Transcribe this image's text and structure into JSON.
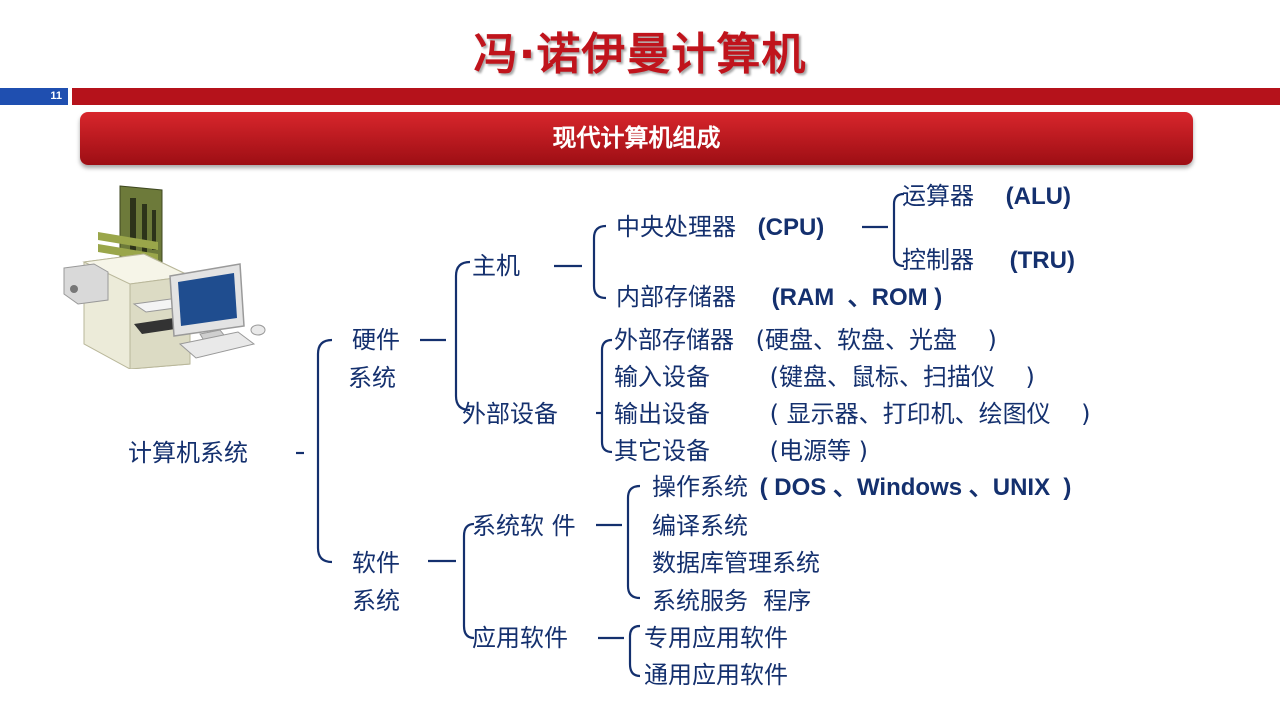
{
  "slide": {
    "title": "冯·诺伊曼计算机",
    "page_number": "11",
    "banner": "现代计算机组成"
  },
  "tree": {
    "root": "计算机系统",
    "hardware": {
      "l1": "硬件",
      "l2": "系统"
    },
    "host": "主机",
    "cpu": {
      "cn": "中央处理器",
      "en": "(CPU)"
    },
    "alu": {
      "cn": "运算器",
      "en": "(ALU)"
    },
    "tru": {
      "cn": "控制器",
      "en": "(TRU)"
    },
    "ram": {
      "cn": "内部存储器",
      "en": "(RAM  、ROM )"
    },
    "peripheral": "外部设备",
    "ext_storage": {
      "cn": "外部存储器",
      "note": "(硬盘、软盘、光盘    )"
    },
    "input": {
      "cn": "输入设备",
      "note": "(键盘、鼠标、扫描仪    )"
    },
    "output": {
      "cn": "输出设备",
      "note": "( 显示器、打印机、绘图仪    )"
    },
    "other": {
      "cn": "其它设备",
      "note": "(电源等 )"
    },
    "software": {
      "l1": "软件",
      "l2": "系统"
    },
    "sys_sw": "系统软 件",
    "os": {
      "cn": "操作系统",
      "en": "( DOS 、Windows 、UNIX  )"
    },
    "compiler": "编译系统",
    "dbms": "数据库管理系统",
    "service": "系统服务  程序",
    "app_sw": "应用软件",
    "special_app": "专用应用软件",
    "general_app": "通用应用软件"
  },
  "colors": {
    "accent_red": "#c0141c",
    "banner_red": "#b5121b",
    "text_navy": "#14306e",
    "page_blue": "#1f4fb0"
  },
  "icons": {
    "illustration": "desktop-computer-icon"
  }
}
